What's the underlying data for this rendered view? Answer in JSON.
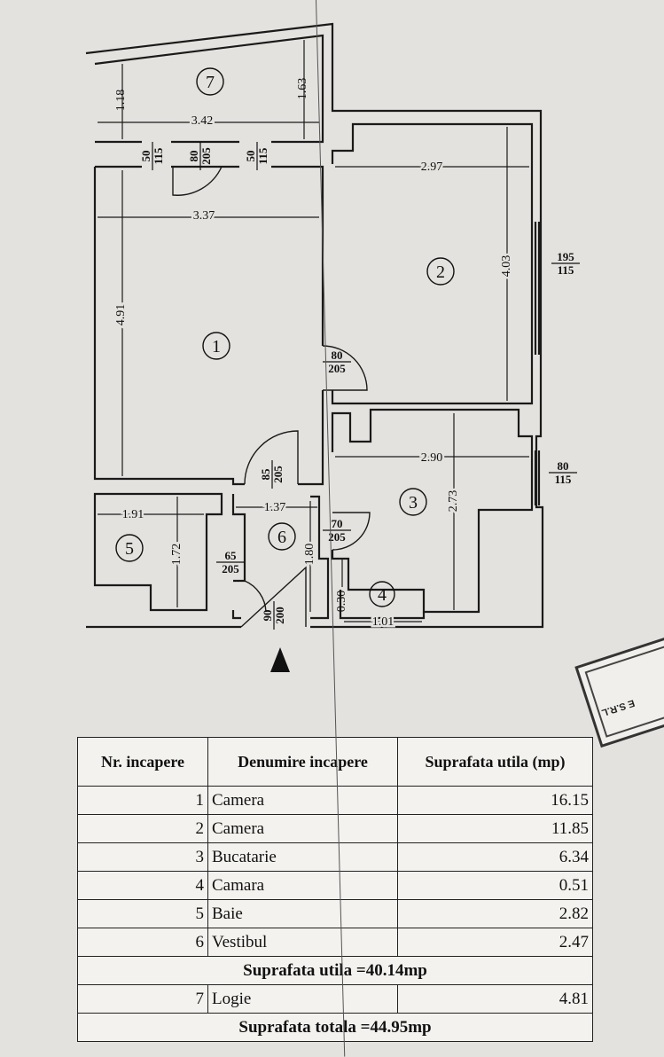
{
  "plan": {
    "rooms": [
      {
        "number": "1"
      },
      {
        "number": "2"
      },
      {
        "number": "3"
      },
      {
        "number": "4"
      },
      {
        "number": "5"
      },
      {
        "number": "6"
      },
      {
        "number": "7"
      }
    ],
    "dimensions": {
      "logie_height_left": "1.18",
      "logie_height_right": "1.63",
      "logie_width": "3.42",
      "room1_width": "3.37",
      "room1_height": "4.91",
      "room2_width": "2.97",
      "room2_height": "4.03",
      "room3_width": "2.90",
      "room3_height": "2.73",
      "room4_width": "1.01",
      "room4_height": "0.30",
      "room5_width": "1.91",
      "room5_height": "1.72",
      "room6_width": "1.37",
      "room6_height": "1.80"
    },
    "openings": {
      "w1": {
        "top": "50",
        "bottom": "115"
      },
      "w2": {
        "top": "80",
        "bottom": "205"
      },
      "w3": {
        "top": "50",
        "bottom": "115"
      },
      "win_room2": {
        "top": "195",
        "bottom": "115"
      },
      "door_room1": {
        "top": "80",
        "bottom": "205"
      },
      "door_hall": {
        "top": "85",
        "bottom": "205"
      },
      "win_room3": {
        "top": "80",
        "bottom": "115"
      },
      "door_kitchen": {
        "top": "70",
        "bottom": "205"
      },
      "door_bath": {
        "top": "65",
        "bottom": "205"
      },
      "door_entry": {
        "top": "90",
        "bottom": "200"
      }
    }
  },
  "table": {
    "headers": [
      "Nr. incapere",
      "Denumire incapere",
      "Suprafata utila (mp)"
    ],
    "rows": [
      {
        "nr": "1",
        "name": "Camera",
        "area": "16.15"
      },
      {
        "nr": "2",
        "name": "Camera",
        "area": "11.85"
      },
      {
        "nr": "3",
        "name": "Bucatarie",
        "area": "6.34"
      },
      {
        "nr": "4",
        "name": "Camara",
        "area": "0.51"
      },
      {
        "nr": "5",
        "name": "Baie",
        "area": "2.82"
      },
      {
        "nr": "6",
        "name": "Vestibul",
        "area": "2.47"
      }
    ],
    "subtotal": "Suprafata utila =40.14mp",
    "logie": {
      "nr": "7",
      "name": "Logie",
      "area": "4.81"
    },
    "total": "Suprafata totala =44.95mp"
  },
  "stamp": {
    "text": "E S.R.L"
  }
}
